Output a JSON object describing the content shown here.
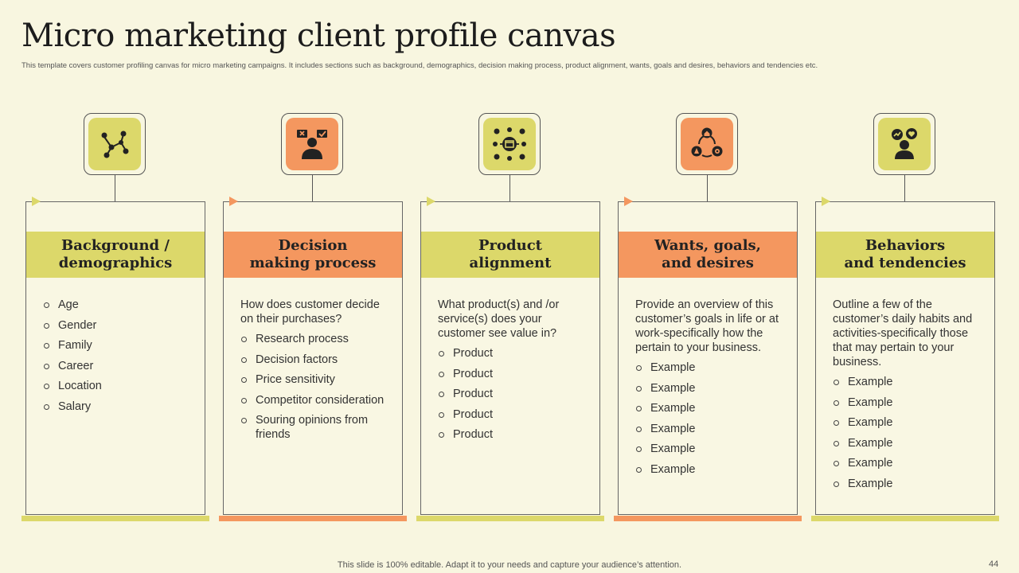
{
  "slide": {
    "title": "Micro marketing client profile canvas",
    "subtitle": "This template covers customer profiling canvas for micro marketing campaigns. It includes sections such as background, demographics, decision making  process, product alignment, wants, goals and desires, behaviors and  tendencies etc.",
    "footer": "This slide is 100% editable. Adapt it to your needs and capture your audience’s attention.",
    "page_number": "44"
  },
  "colors": {
    "green": "#dcd86a",
    "orange": "#f4975f",
    "background": "#f8f6e0"
  },
  "columns": [
    {
      "accent": "#dcd86a",
      "icon": "network-nodes-icon",
      "header_line1": "Background /",
      "header_line2": "demographics",
      "intro": "",
      "items": [
        "Age",
        "Gender",
        "Family",
        "Career",
        "Location",
        "Salary"
      ]
    },
    {
      "accent": "#f4975f",
      "icon": "decision-person-icon",
      "header_line1": "Decision",
      "header_line2": "making process",
      "intro": "How does customer decide on their purchases?",
      "items": [
        "Research process",
        "Decision factors",
        "Price sensitivity",
        "Competitor consideration",
        "Souring opinions from friends"
      ]
    },
    {
      "accent": "#dcd86a",
      "icon": "product-box-icon",
      "header_line1": "Product",
      "header_line2": "alignment",
      "intro": "What product(s) and /or service(s) does your customer see value in?",
      "items": [
        "Product",
        "Product",
        "Product",
        "Product",
        "Product"
      ]
    },
    {
      "accent": "#f4975f",
      "icon": "goals-cycle-icon",
      "header_line1": "Wants, goals,",
      "header_line2": "and desires",
      "intro": "Provide an overview of this customer’s goals in life or at work-specifically how the pertain to your business.",
      "items": [
        "Example",
        "Example",
        "Example",
        "Example",
        "Example",
        "Example"
      ]
    },
    {
      "accent": "#dcd86a",
      "icon": "person-thoughts-icon",
      "header_line1": "Behaviors",
      "header_line2": "and tendencies",
      "intro": "Outline a few of the customer’s daily habits and activities-specifically those that may pertain to your business.",
      "items": [
        "Example",
        "Example",
        "Example",
        "Example",
        "Example",
        "Example"
      ]
    }
  ]
}
